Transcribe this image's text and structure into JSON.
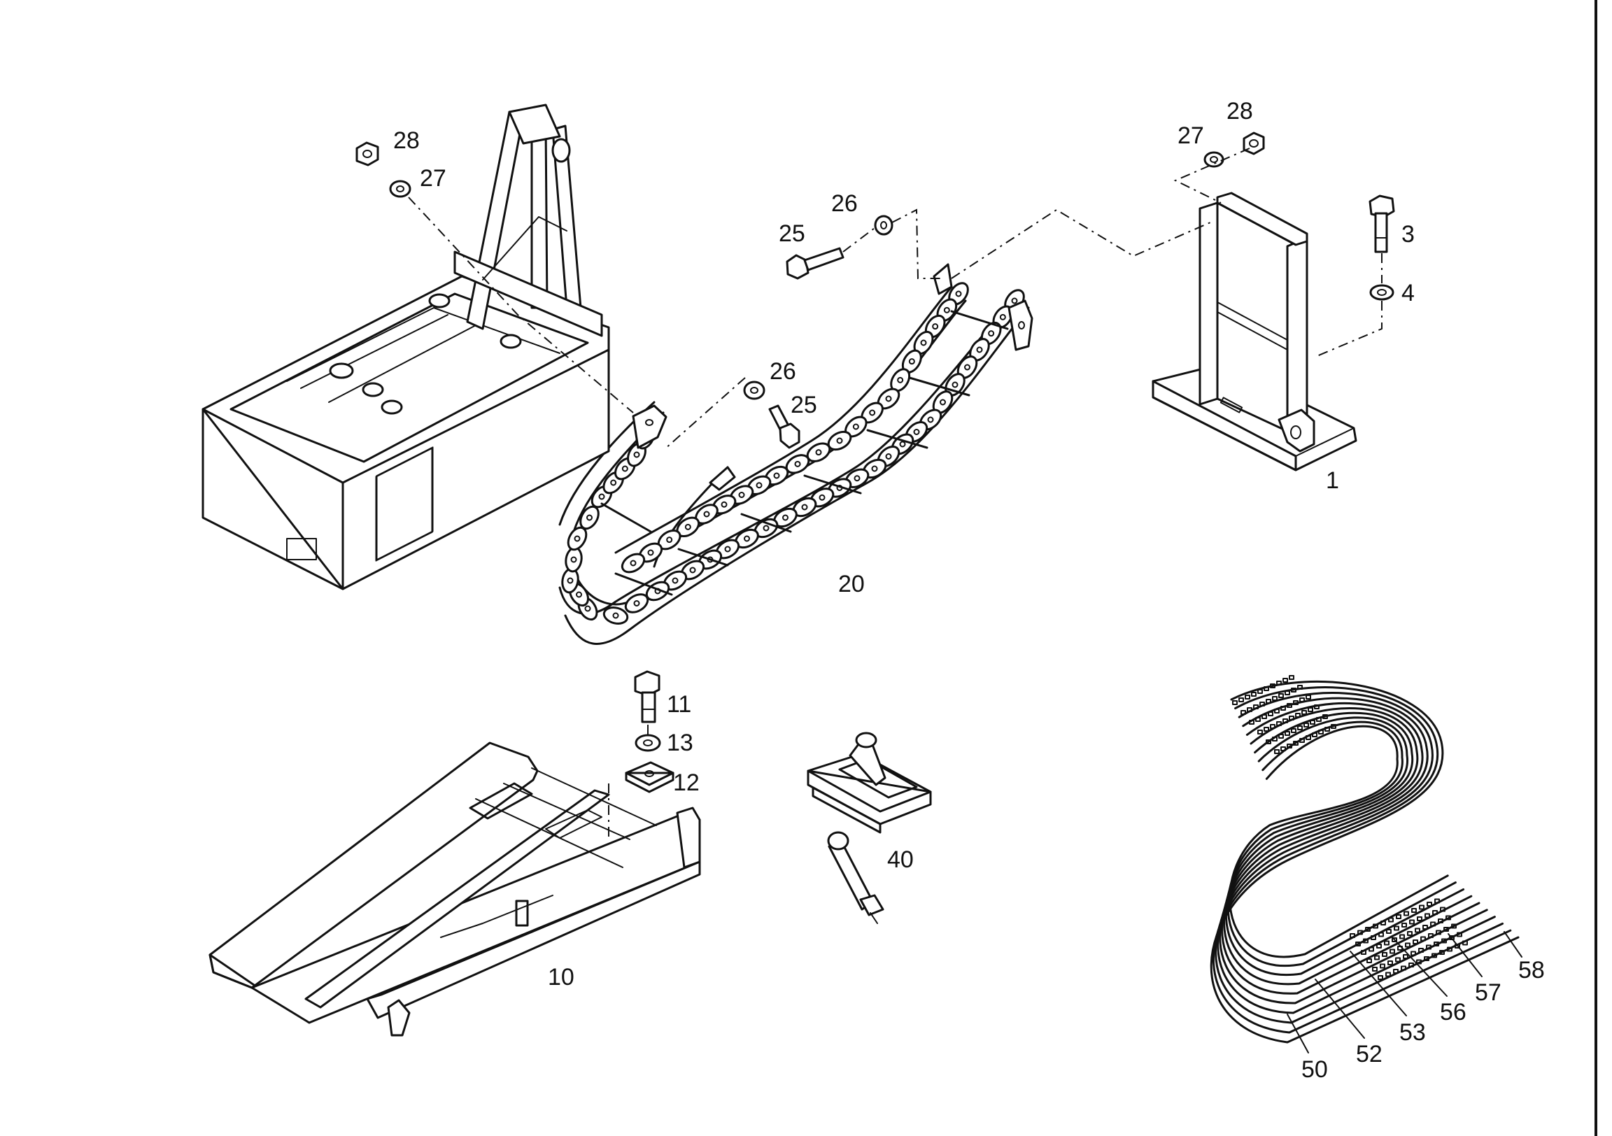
{
  "drawing": {
    "labels": {
      "l1": "1",
      "l3": "3",
      "l4": "4",
      "l10": "10",
      "l11": "11",
      "l12": "12",
      "l13": "13",
      "l20": "20",
      "l25a": "25",
      "l25b": "25",
      "l26a": "26",
      "l26b": "26",
      "l27a": "27",
      "l27b": "27",
      "l28a": "28",
      "l28b": "28",
      "l40": "40",
      "l50": "50",
      "l52": "52",
      "l53": "53",
      "l56": "56",
      "l57": "57",
      "l58": "58"
    },
    "ink_color": "#111111",
    "paper_color": "#ffffff"
  }
}
